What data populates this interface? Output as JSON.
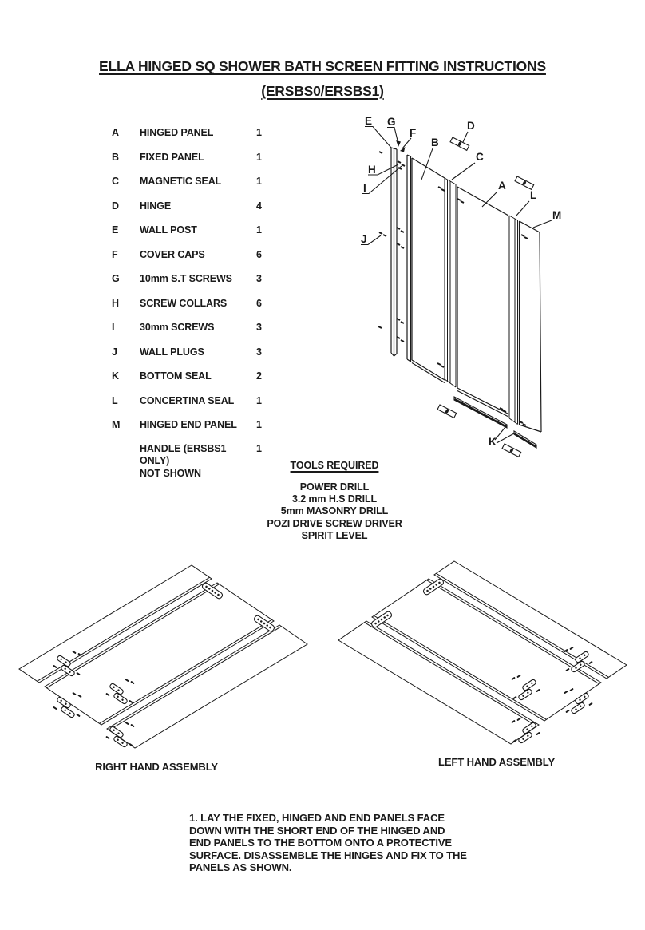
{
  "title": {
    "line1": "ELLA HINGED SQ SHOWER BATH SCREEN FITTING INSTRUCTIONS",
    "line2": "(ERSBS0/ERSBS1)"
  },
  "parts": {
    "rows": [
      {
        "key": "A",
        "name": "HINGED PANEL",
        "qty": "1"
      },
      {
        "key": "B",
        "name": "FIXED PANEL",
        "qty": "1"
      },
      {
        "key": "C",
        "name": "MAGNETIC SEAL",
        "qty": "1"
      },
      {
        "key": "D",
        "name": "HINGE",
        "qty": "4"
      },
      {
        "key": "E",
        "name": "WALL POST",
        "qty": "1"
      },
      {
        "key": "F",
        "name": "COVER CAPS",
        "qty": "6"
      },
      {
        "key": "G",
        "name": "10mm S.T SCREWS",
        "qty": "3"
      },
      {
        "key": "H",
        "name": "SCREW COLLARS",
        "qty": "6"
      },
      {
        "key": "I",
        "name": "30mm SCREWS",
        "qty": "3"
      },
      {
        "key": "J",
        "name": "WALL PLUGS",
        "qty": "3"
      },
      {
        "key": "K",
        "name": "BOTTOM SEAL",
        "qty": "2"
      },
      {
        "key": "L",
        "name": "CONCERTINA SEAL",
        "qty": "1"
      },
      {
        "key": "M",
        "name": "HINGED END PANEL",
        "qty": "1"
      },
      {
        "key": "",
        "name": "HANDLE (ERSBS1 ONLY)",
        "name2": "NOT SHOWN",
        "qty": "1"
      }
    ]
  },
  "exploded": {
    "labels": {
      "A": "A",
      "B": "B",
      "C": "C",
      "D": "D",
      "E": "E",
      "F": "F",
      "G": "G",
      "H": "H",
      "I": "I",
      "J": "J",
      "K": "K",
      "L": "L",
      "M": "M"
    }
  },
  "tools": {
    "heading": "TOOLS REQUIRED",
    "items": [
      "POWER DRILL",
      "3.2 mm H.S DRILL",
      "5mm MASONRY DRILL",
      "POZI DRIVE SCREW DRIVER",
      "SPIRIT LEVEL"
    ]
  },
  "assemblies": {
    "right_caption": "RIGHT HAND ASSEMBLY",
    "left_caption": "LEFT HAND ASSEMBLY"
  },
  "instructions": {
    "lines": [
      "1. LAY THE FIXED, HINGED AND END PANELS FACE",
      "DOWN WITH THE SHORT END OF THE HINGED AND",
      "END PANELS TO THE BOTTOM ONTO A PROTECTIVE",
      "SURFACE. DISASSEMBLE THE HINGES AND FIX TO THE",
      "PANELS AS SHOWN."
    ]
  }
}
